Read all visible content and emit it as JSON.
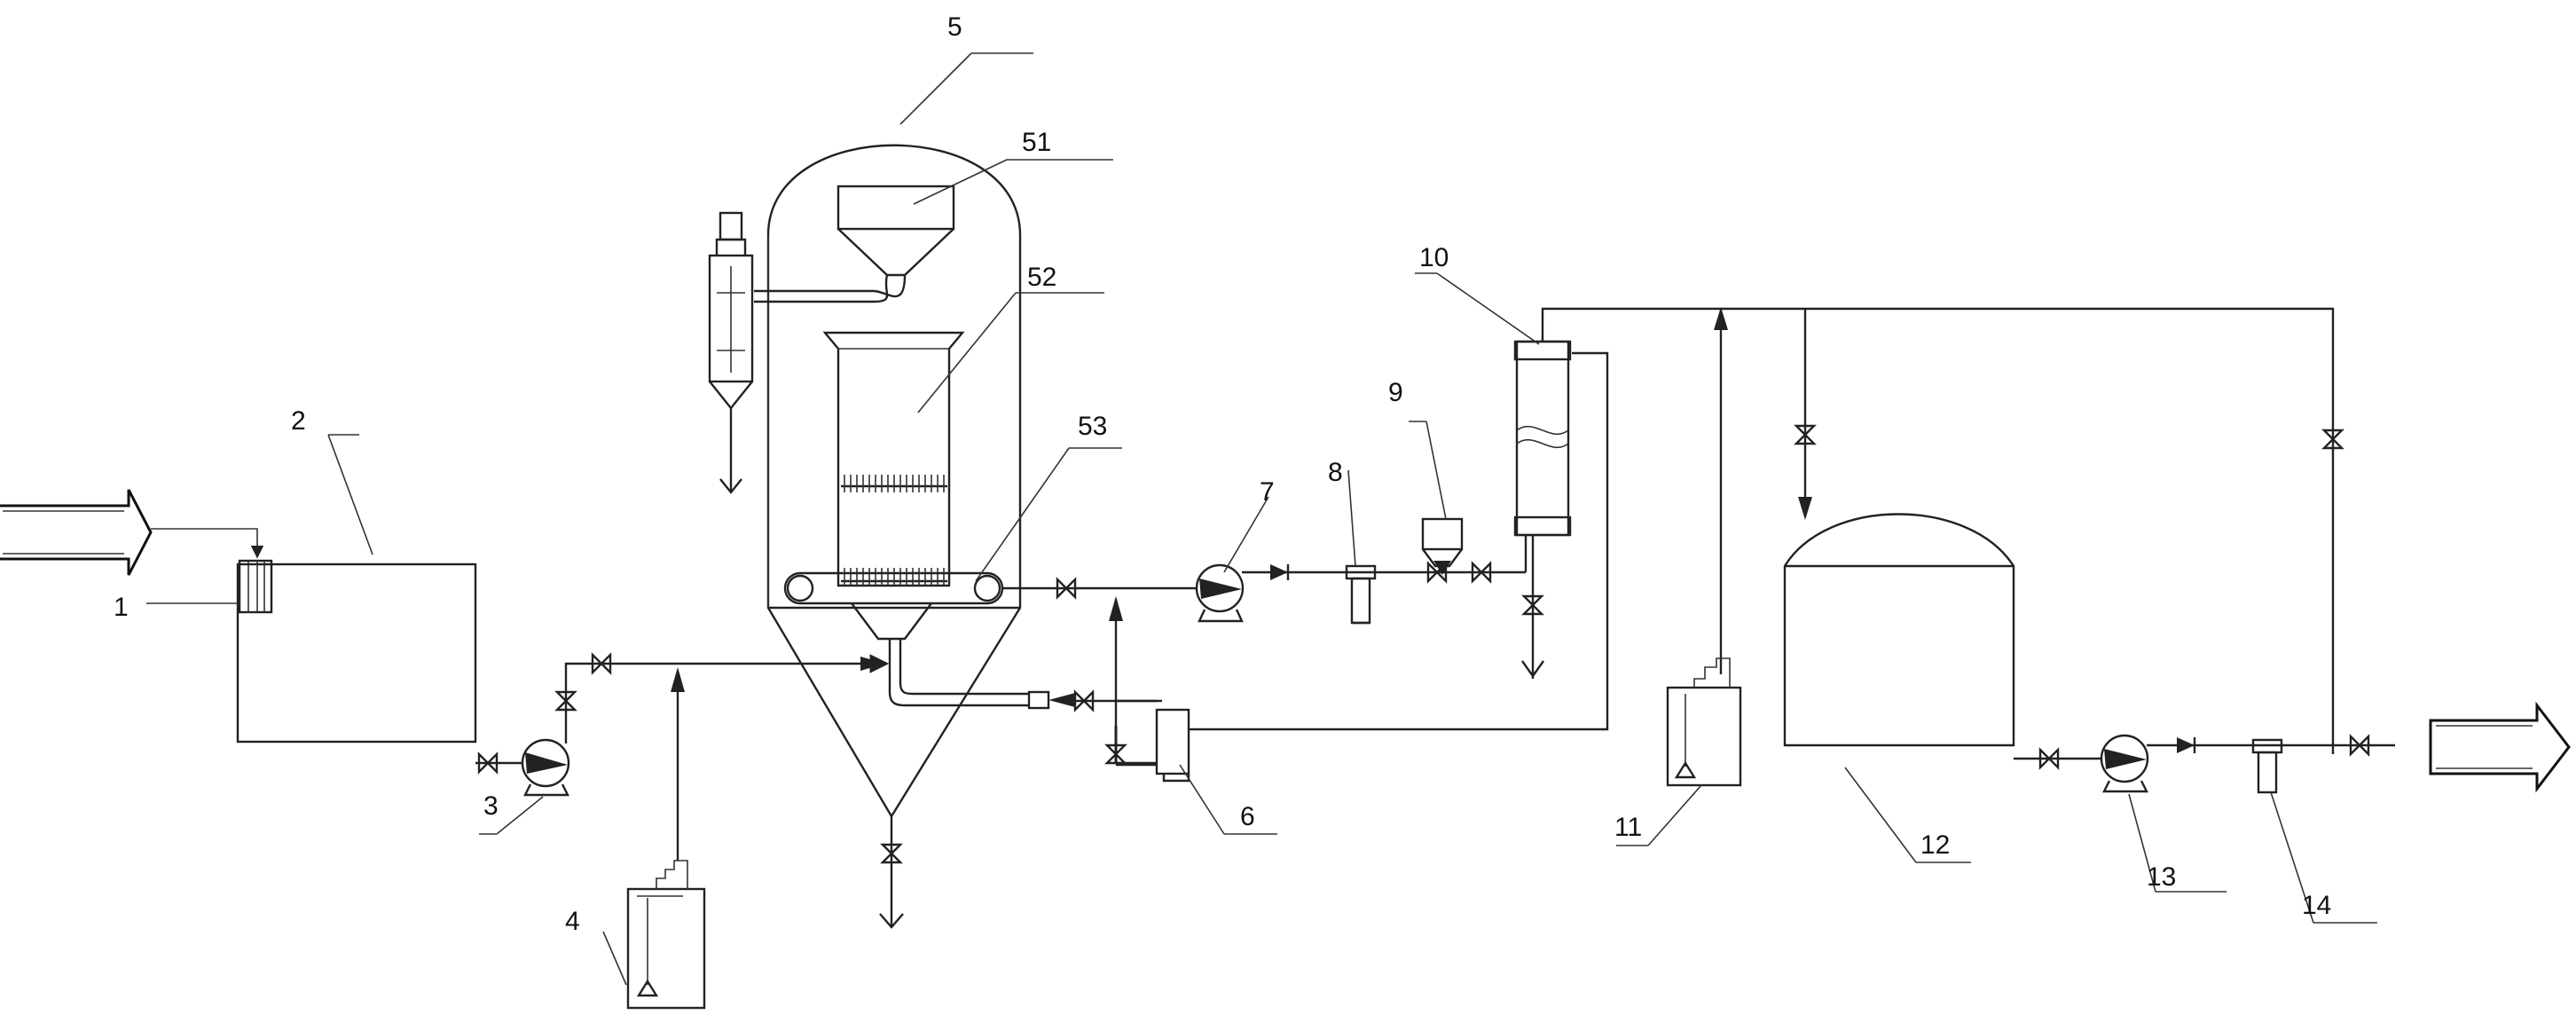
{
  "labels": {
    "l1": "1",
    "l2": "2",
    "l3": "3",
    "l4": "4",
    "l5": "5",
    "l51": "51",
    "l52": "52",
    "l53": "53",
    "l6": "6",
    "l7": "7",
    "l8": "8",
    "l9": "9",
    "l10": "10",
    "l11": "11",
    "l12": "12",
    "l13": "13",
    "l14": "14"
  }
}
